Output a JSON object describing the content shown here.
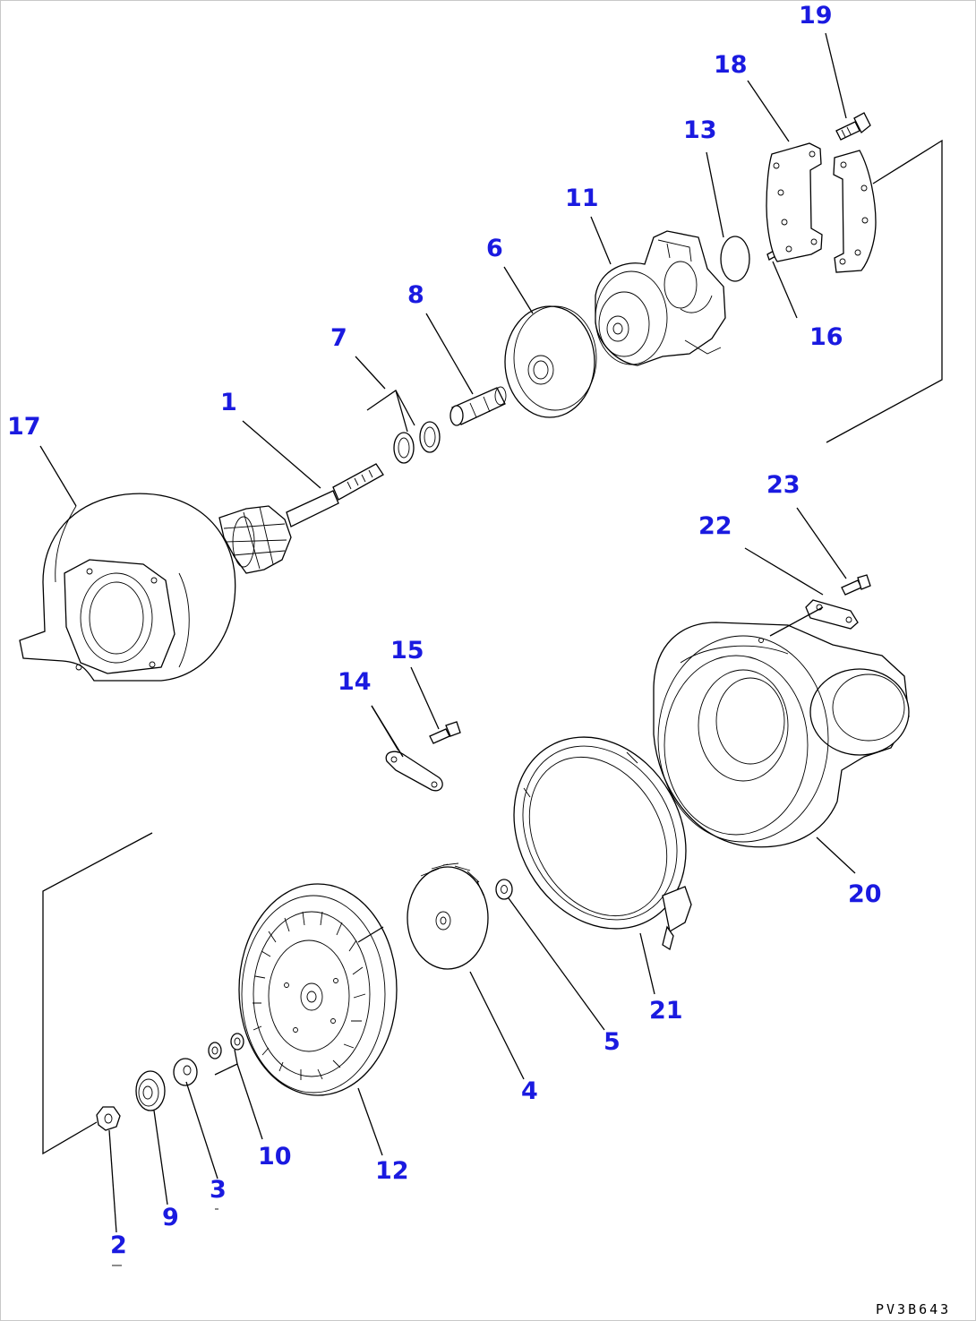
{
  "callouts": [
    {
      "id": "c1",
      "label": "1"
    },
    {
      "id": "c2",
      "label": "2"
    },
    {
      "id": "c3",
      "label": "3"
    },
    {
      "id": "c4",
      "label": "4"
    },
    {
      "id": "c5",
      "label": "5"
    },
    {
      "id": "c6",
      "label": "6"
    },
    {
      "id": "c7",
      "label": "7"
    },
    {
      "id": "c8",
      "label": "8"
    },
    {
      "id": "c9",
      "label": "9"
    },
    {
      "id": "c10",
      "label": "10"
    },
    {
      "id": "c11",
      "label": "11"
    },
    {
      "id": "c12",
      "label": "12"
    },
    {
      "id": "c13",
      "label": "13"
    },
    {
      "id": "c14",
      "label": "14"
    },
    {
      "id": "c15",
      "label": "15"
    },
    {
      "id": "c16",
      "label": "16"
    },
    {
      "id": "c17",
      "label": "17"
    },
    {
      "id": "c18",
      "label": "18"
    },
    {
      "id": "c19",
      "label": "19"
    },
    {
      "id": "c20",
      "label": "20"
    },
    {
      "id": "c21",
      "label": "21"
    },
    {
      "id": "c22",
      "label": "22"
    },
    {
      "id": "c23",
      "label": "23"
    }
  ],
  "drawing_code": "PV3B643",
  "colors": {
    "callout": "#1a1ae0",
    "line": "#000000",
    "background": "#ffffff"
  }
}
